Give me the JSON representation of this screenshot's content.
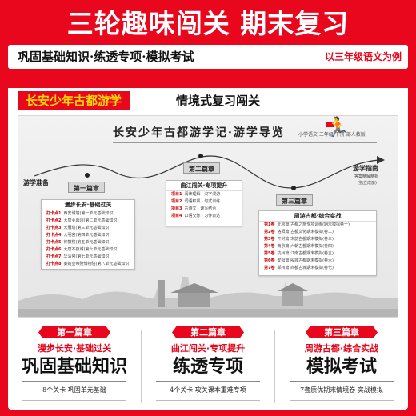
{
  "headline": "三轮趣味闯关 期末复习",
  "subline": {
    "left": "巩固基础知识·练透专项·模拟考试",
    "right": "以三年级语文为例"
  },
  "theme": {
    "tag": "长安少年古都游学",
    "text": "情境式复习闯关"
  },
  "scene": {
    "title": "长安少年古都游学记·游学导览",
    "subtitle": "小学语文 三年级 下册 部人教版",
    "start_label": "游学准备",
    "end_label": "游学指南",
    "end_sub1": "答案精解精析",
    "end_sub2": "(独立成册)",
    "chapter1_plate": "第一篇章",
    "chapter2_plate": "第二篇章",
    "chapter3_plate": "第三篇章",
    "panel1": {
      "head": "漫步长安·基础过关",
      "rows": [
        {
          "k": "打卡点1",
          "v": "西安城墙(第一单元基础知识)"
        },
        {
          "k": "打卡点2",
          "v": "大唐芙蓉园(第二单元基础知识)"
        },
        {
          "k": "打卡点3",
          "v": "大雁塔(第三单元基础知识)"
        },
        {
          "k": "打卡点4",
          "v": "大明宫(第四单元基础知识)"
        },
        {
          "k": "打卡点5",
          "v": "钟鼓楼(第五单元基础知识)"
        },
        {
          "k": "打卡点6",
          "v": "大唐不夜城(第六单元基础知识)"
        },
        {
          "k": "打卡点7",
          "v": "华清宫(第七单元基础知识)"
        },
        {
          "k": "打卡点8",
          "v": "秦始皇帝陵博物院(第八单元基础知识)"
        }
      ]
    },
    "panel2": {
      "head": "曲江闯关·专项提升",
      "rows": [
        {
          "k": "项目1",
          "v": "阅读理解 · 汉字漫游"
        },
        {
          "k": "项目2",
          "v": "词语积累 · 句式训练"
        },
        {
          "k": "项目3",
          "v": "古诗文 · 读写结合"
        },
        {
          "k": "项目4",
          "v": "口语交际 · 习作表达"
        }
      ]
    },
    "panel3": {
      "head": "周游古都·综合实战",
      "rows": [
        {
          "k": "第1卷",
          "v": "北京篇·古都之旅专项训练(期末模拟卷一)"
        },
        {
          "k": "第2卷",
          "v": "洛阳篇·古都文化期末模拟(卷二)"
        },
        {
          "k": "第3卷",
          "v": "开封篇·宋韵古都期末模拟(卷三)"
        },
        {
          "k": "第4卷",
          "v": "南京篇·六朝古都期末模拟(卷四)"
        },
        {
          "k": "第5卷",
          "v": "杭州篇·江南古都期末模拟(卷五)"
        },
        {
          "k": "第6卷",
          "v": "安阳篇·殷墟古都期末模拟(卷六)"
        },
        {
          "k": "第7卷",
          "v": "郑州篇·商都古城期末模拟(卷七)"
        }
      ]
    }
  },
  "columns": [
    {
      "badge": "第一篇章",
      "sub": "漫步长安·基础过关",
      "big": "巩固基础知识",
      "desc": "8个关卡 巩固单元基础"
    },
    {
      "badge": "第二篇章",
      "sub": "曲江闯关·专项提升",
      "big": "练透专项",
      "desc": "4个关卡 攻关课本重难专项"
    },
    {
      "badge": "第三篇章",
      "sub": "周游古都·综合实战",
      "big": "模拟考试",
      "desc": "7套质优期末情境卷 实战模拟"
    }
  ],
  "colors": {
    "brand_red": "#e8071d",
    "accent_yellow": "#ffd800"
  }
}
